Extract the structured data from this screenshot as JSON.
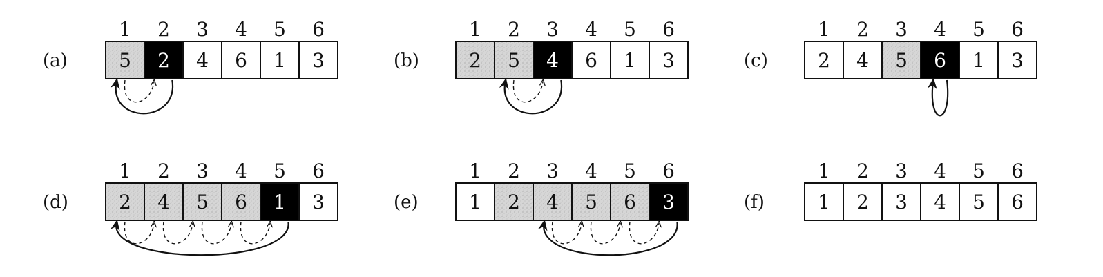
{
  "panels": [
    {
      "label": "(a)",
      "indices": [
        "1",
        "2",
        "3",
        "4",
        "5",
        "6"
      ],
      "values": [
        "5",
        "2",
        "4",
        "6",
        "1",
        "3"
      ],
      "states": [
        "sorted",
        "key",
        "plain",
        "plain",
        "plain",
        "plain"
      ],
      "arcs": {
        "from": 2,
        "to": 1,
        "shifts": [
          [
            1,
            2
          ]
        ]
      }
    },
    {
      "label": "(b)",
      "indices": [
        "1",
        "2",
        "3",
        "4",
        "5",
        "6"
      ],
      "values": [
        "2",
        "5",
        "4",
        "6",
        "1",
        "3"
      ],
      "states": [
        "sorted",
        "sorted",
        "key",
        "plain",
        "plain",
        "plain"
      ],
      "arcs": {
        "from": 3,
        "to": 2,
        "shifts": [
          [
            2,
            3
          ]
        ]
      }
    },
    {
      "label": "(c)",
      "indices": [
        "1",
        "2",
        "3",
        "4",
        "5",
        "6"
      ],
      "values": [
        "2",
        "4",
        "5",
        "6",
        "1",
        "3"
      ],
      "states": [
        "plain",
        "plain",
        "sorted",
        "key",
        "plain",
        "plain"
      ],
      "arcs": {
        "from": 4,
        "to": 4,
        "shifts": []
      }
    },
    {
      "label": "(d)",
      "indices": [
        "1",
        "2",
        "3",
        "4",
        "5",
        "6"
      ],
      "values": [
        "2",
        "4",
        "5",
        "6",
        "1",
        "3"
      ],
      "states": [
        "sorted",
        "sorted",
        "sorted",
        "sorted",
        "key",
        "plain"
      ],
      "arcs": {
        "from": 5,
        "to": 1,
        "shifts": [
          [
            1,
            2
          ],
          [
            2,
            3
          ],
          [
            3,
            4
          ],
          [
            4,
            5
          ]
        ]
      }
    },
    {
      "label": "(e)",
      "indices": [
        "1",
        "2",
        "3",
        "4",
        "5",
        "6"
      ],
      "values": [
        "1",
        "2",
        "4",
        "5",
        "6",
        "3"
      ],
      "states": [
        "plain",
        "sorted",
        "sorted",
        "sorted",
        "sorted",
        "key"
      ],
      "arcs": {
        "from": 6,
        "to": 3,
        "shifts": [
          [
            3,
            4
          ],
          [
            4,
            5
          ],
          [
            5,
            6
          ]
        ]
      }
    },
    {
      "label": "(f)",
      "indices": [
        "1",
        "2",
        "3",
        "4",
        "5",
        "6"
      ],
      "values": [
        "1",
        "2",
        "3",
        "4",
        "5",
        "6"
      ],
      "states": [
        "plain",
        "plain",
        "plain",
        "plain",
        "plain",
        "plain"
      ],
      "arcs": {
        "from": null,
        "to": null,
        "shifts": []
      }
    }
  ],
  "colors": {
    "sorted_fill": "#d6d6d6",
    "key_fill": "#000000",
    "plain_fill": "#ffffff",
    "ink": "#111111"
  }
}
